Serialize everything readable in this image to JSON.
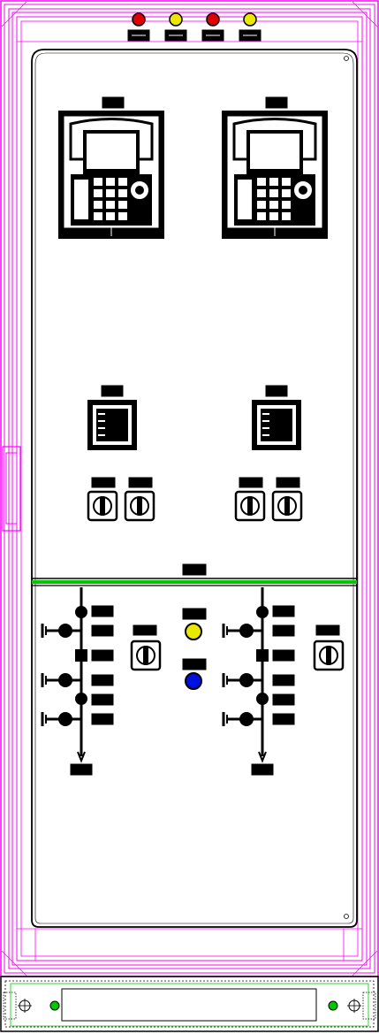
{
  "colors": {
    "frame": "#ff00ff",
    "panel_line": "#000000",
    "busbar": "#00c800",
    "lamp_red": "#e00000",
    "lamp_yellow": "#e8e800",
    "lamp_blue": "#0010e0",
    "background": "#ffffff"
  },
  "top_lamps": [
    {
      "color_key": "lamp_red",
      "icon": "indicator-lamp-icon"
    },
    {
      "color_key": "lamp_yellow",
      "icon": "indicator-lamp-icon"
    },
    {
      "color_key": "lamp_red",
      "icon": "indicator-lamp-icon"
    },
    {
      "color_key": "lamp_yellow",
      "icon": "indicator-lamp-icon"
    }
  ],
  "center_lamps": [
    {
      "color_key": "lamp_yellow",
      "icon": "indicator-lamp-icon"
    },
    {
      "color_key": "lamp_blue",
      "icon": "indicator-lamp-icon"
    }
  ],
  "relays": [
    {
      "icon": "protection-relay-icon"
    },
    {
      "icon": "protection-relay-icon"
    }
  ],
  "meters": [
    {
      "icon": "meter-icon"
    },
    {
      "icon": "meter-icon"
    }
  ],
  "selector_switches": [
    {
      "icon": "selector-switch-icon"
    },
    {
      "icon": "selector-switch-icon"
    },
    {
      "icon": "selector-switch-icon"
    },
    {
      "icon": "selector-switch-icon"
    },
    {
      "icon": "selector-switch-icon"
    },
    {
      "icon": "selector-switch-icon"
    }
  ],
  "mimic_diagrams": [
    {
      "icon": "single-line-mimic-icon"
    },
    {
      "icon": "single-line-mimic-icon"
    }
  ]
}
